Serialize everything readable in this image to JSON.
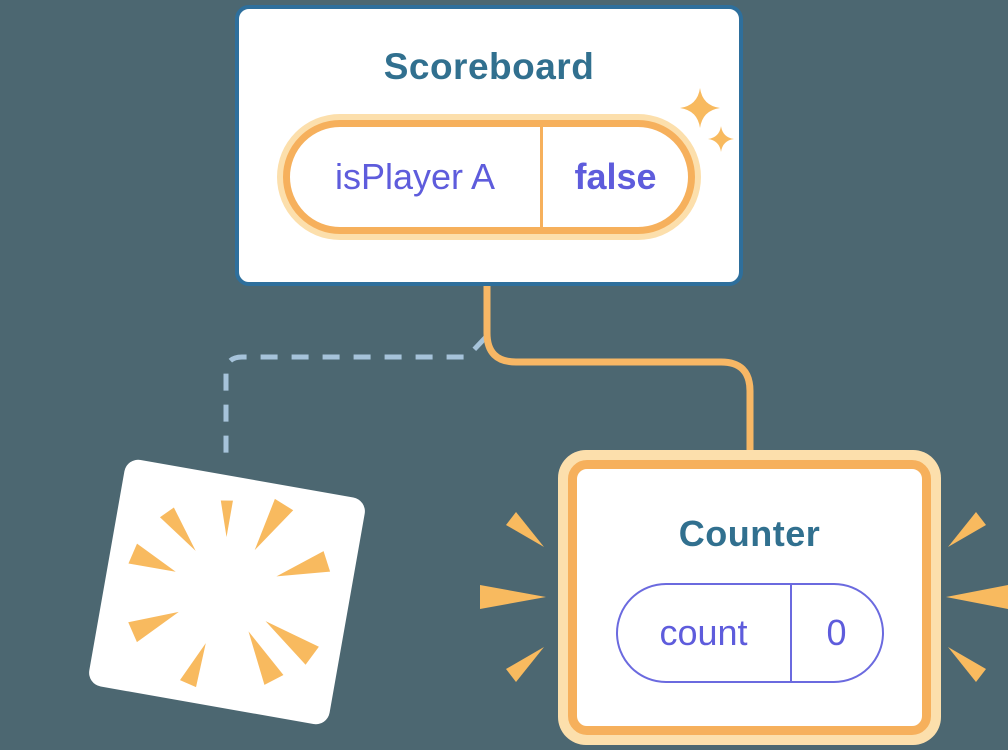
{
  "background_color": "#4C6771",
  "scoreboard": {
    "title": "Scoreboard",
    "state_pill": {
      "name": "isPlayer A",
      "value": "false"
    }
  },
  "counter": {
    "title": "Counter",
    "state_pill": {
      "name": "count",
      "value": "0"
    }
  },
  "colors": {
    "background": "#4C6771",
    "card_border_blue": "#2E6F9C",
    "title_teal": "#31708F",
    "state_text_purple": "#5E5CDC",
    "pill_border_purple": "#6B6ADF",
    "highlight_ring_orange": "#F6B05C",
    "highlight_glow": "#FCDFAC",
    "connector_orange": "#F7B765",
    "connector_dashed_blue": "#A6C3DA",
    "burst_orange": "#F8BA5F",
    "card_white": "#FFFFFF"
  },
  "icons": {
    "sparkles": "sparkle-icon",
    "bursts": "burst-rays-icon"
  }
}
